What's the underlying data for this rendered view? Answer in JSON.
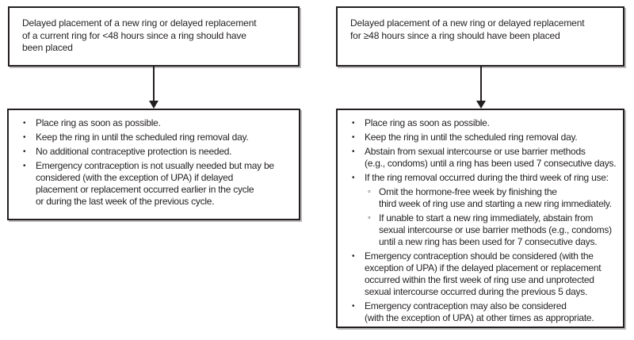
{
  "diagram": {
    "markers": {
      "bullet": "•",
      "sub_bullet": "◦"
    },
    "colors": {
      "border": "#231f20",
      "text": "#231f20",
      "background": "#ffffff"
    },
    "columns": [
      {
        "condition": "Delayed placement of a new ring or delayed replacement\nof a current ring for <48 hours since a ring should have\nbeen placed",
        "actions": [
          {
            "level": 1,
            "text": "Place ring as soon as possible."
          },
          {
            "level": 1,
            "text": "Keep the ring in until the scheduled ring removal day."
          },
          {
            "level": 1,
            "text": "No additional contraceptive protection is needed."
          },
          {
            "level": 1,
            "text": "Emergency contraception is not usually needed but may be\nconsidered (with the exception of UPA) if delayed\nplacement or replacement occurred earlier in the cycle\nor during the last week of the previous cycle."
          }
        ]
      },
      {
        "condition": "Delayed placement of a new ring or delayed replacement\nfor ≥48 hours since a ring should have been placed",
        "actions": [
          {
            "level": 1,
            "text": "Place ring as soon as possible."
          },
          {
            "level": 1,
            "text": "Keep the ring in until the scheduled ring removal day."
          },
          {
            "level": 1,
            "text": "Abstain from sexual intercourse or use barrier methods\n(e.g., condoms) until a ring has been used 7 consecutive days."
          },
          {
            "level": 1,
            "text": "If the ring removal occurred during the third week of ring use:"
          },
          {
            "level": 2,
            "text": "Omit the hormone-free week by finishing the\nthird week of ring use and starting a new ring immediately."
          },
          {
            "level": 2,
            "text": "If unable to start a new ring immediately, abstain from\nsexual intercourse or use barrier methods (e.g., condoms)\nuntil a new ring has been used for 7 consecutive days."
          },
          {
            "level": 1,
            "text": "Emergency contraception should be considered (with the\nexception of UPA) if the delayed placement or replacement\noccurred within the first week of ring use and unprotected\nsexual intercourse occurred during the previous 5 days."
          },
          {
            "level": 1,
            "text": "Emergency contraception may also be considered\n(with the exception of UPA) at other times as appropriate."
          }
        ]
      }
    ]
  }
}
